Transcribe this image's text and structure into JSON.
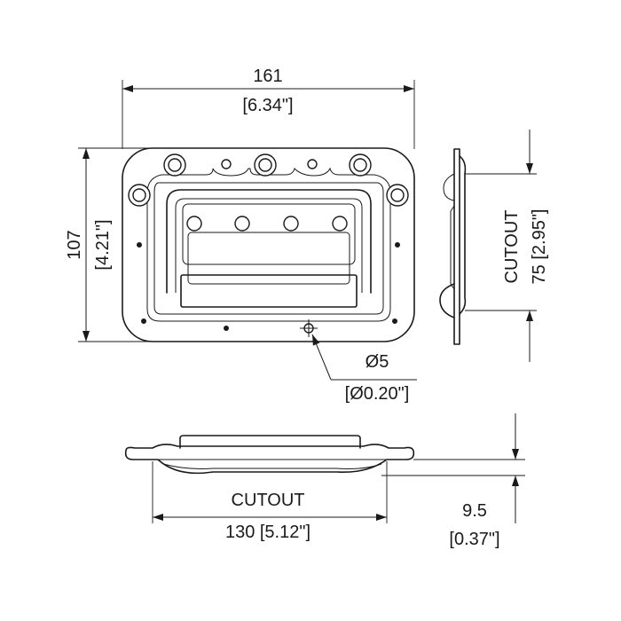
{
  "dimensions": {
    "width_mm": "161",
    "width_in": "[6.34\"]",
    "height_mm": "107",
    "height_in": "[4.21\"]",
    "hole_mm": "Ø5",
    "hole_in": "[Ø0.20\"]",
    "side_cutout_label": "CUTOUT",
    "side_cutout_value": "75 [2.95\"]",
    "bottom_cutout_label": "CUTOUT",
    "bottom_cutout_value": "130 [5.12\"]",
    "depth_mm": "9.5",
    "depth_in": "[0.37\"]"
  },
  "colors": {
    "line": "#1a1a1a",
    "background": "#ffffff"
  }
}
